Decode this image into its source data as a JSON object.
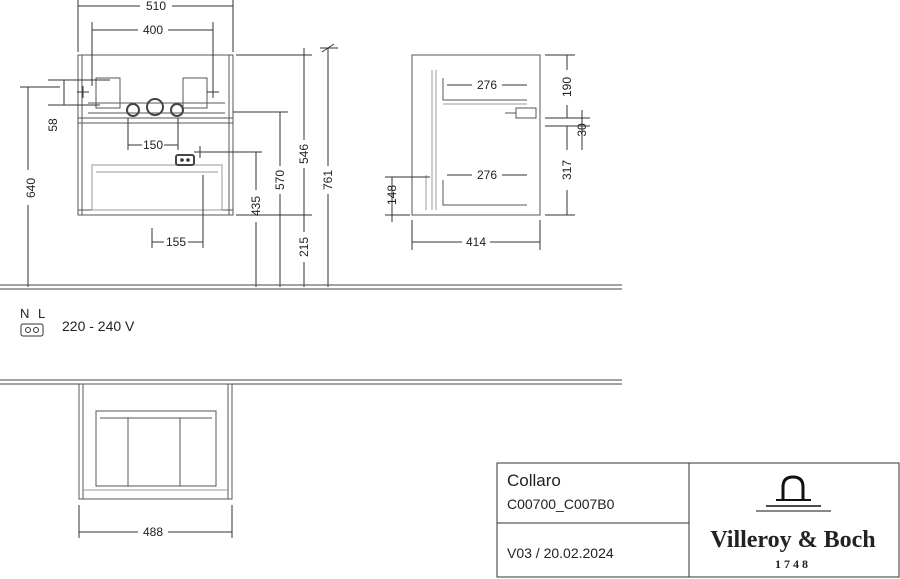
{
  "dimensions": {
    "width_510": "510",
    "width_400": "400",
    "height_58": "58",
    "height_640": "640",
    "offset_150": "150",
    "offset_155": "155",
    "height_435": "435",
    "height_570": "570",
    "height_546": "546",
    "height_215": "215",
    "height_761": "761",
    "depth_276_top": "276",
    "depth_276_bottom": "276",
    "height_190": "190",
    "height_30": "30",
    "height_317": "317",
    "height_148": "148",
    "depth_414": "414",
    "width_488": "488"
  },
  "electrical": {
    "n_label": "N",
    "l_label": "L",
    "voltage": "220 - 240 V"
  },
  "title_block": {
    "product_name": "Collaro",
    "article_codes": "C00700_C007B0",
    "version_date": "V03 / 20.02.2024",
    "brand_name": "Villeroy & Boch",
    "brand_year": "1748"
  }
}
